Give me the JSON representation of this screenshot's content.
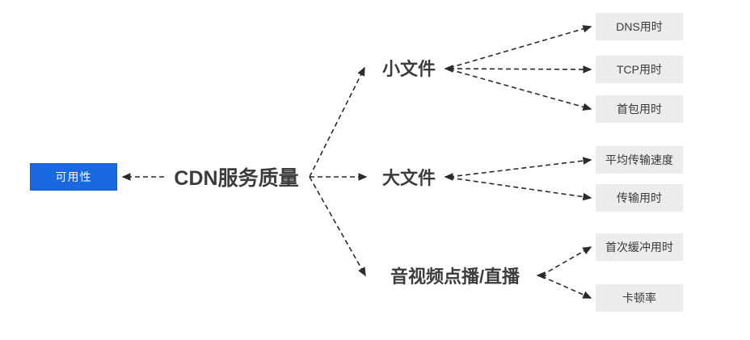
{
  "diagram": {
    "title": "CDN服务质量",
    "colors": {
      "accent_blue": "#1a68e0",
      "leaf_gray": "#ececec",
      "text_dark": "#3c3c3c",
      "edge": "#2b2b2b"
    },
    "root": {
      "label": "CDN服务质量"
    },
    "availability": {
      "label": "可用性"
    },
    "categories": [
      {
        "label": "小文件"
      },
      {
        "label": "大文件"
      },
      {
        "label": "音视频点播/直播"
      }
    ],
    "leaves": {
      "small_file": [
        {
          "label": "DNS用时"
        },
        {
          "label": "TCP用时"
        },
        {
          "label": "首包用时"
        }
      ],
      "large_file": [
        {
          "label": "平均传输速度"
        },
        {
          "label": "传输用时"
        }
      ],
      "media": [
        {
          "label": "首次缓冲用时"
        },
        {
          "label": "卡顿率"
        }
      ]
    }
  }
}
